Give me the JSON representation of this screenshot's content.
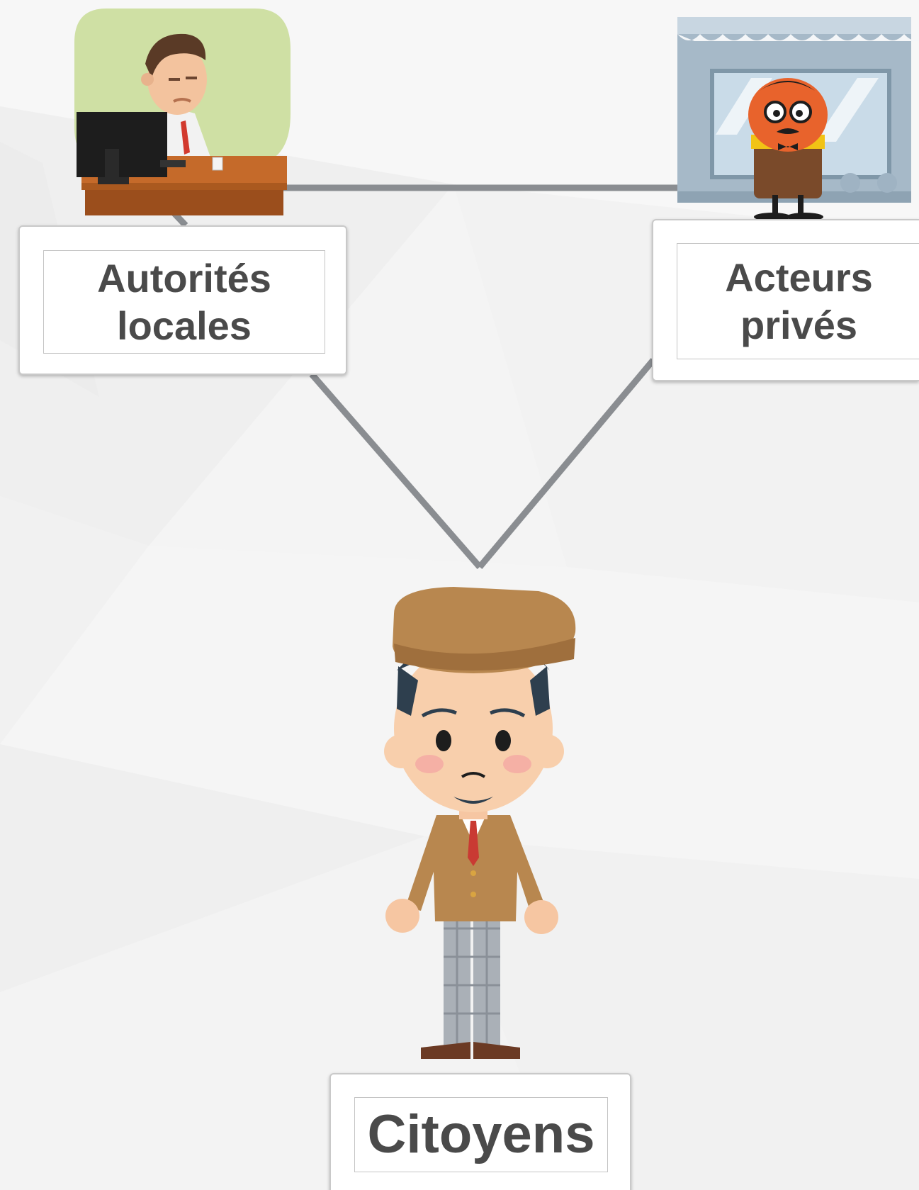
{
  "diagram": {
    "nodes": [
      {
        "id": "autorites",
        "label": "Autorités\nlocales",
        "illustration": "official-at-desk-illustration"
      },
      {
        "id": "acteurs",
        "label": "Acteurs\nprivés",
        "illustration": "shopkeeper-illustration"
      },
      {
        "id": "citoyens",
        "label": "Citoyens",
        "illustration": "citizen-illustration"
      }
    ],
    "edges": [
      {
        "from": "autorites",
        "to": "acteurs"
      },
      {
        "from": "autorites",
        "to": "citoyens"
      },
      {
        "from": "acteurs",
        "to": "citoyens"
      }
    ]
  },
  "colors": {
    "background": "#f4f4f4",
    "connector": "#8a8d91",
    "label_text": "#4a4a4a",
    "label_border": "#c4c4c4"
  }
}
